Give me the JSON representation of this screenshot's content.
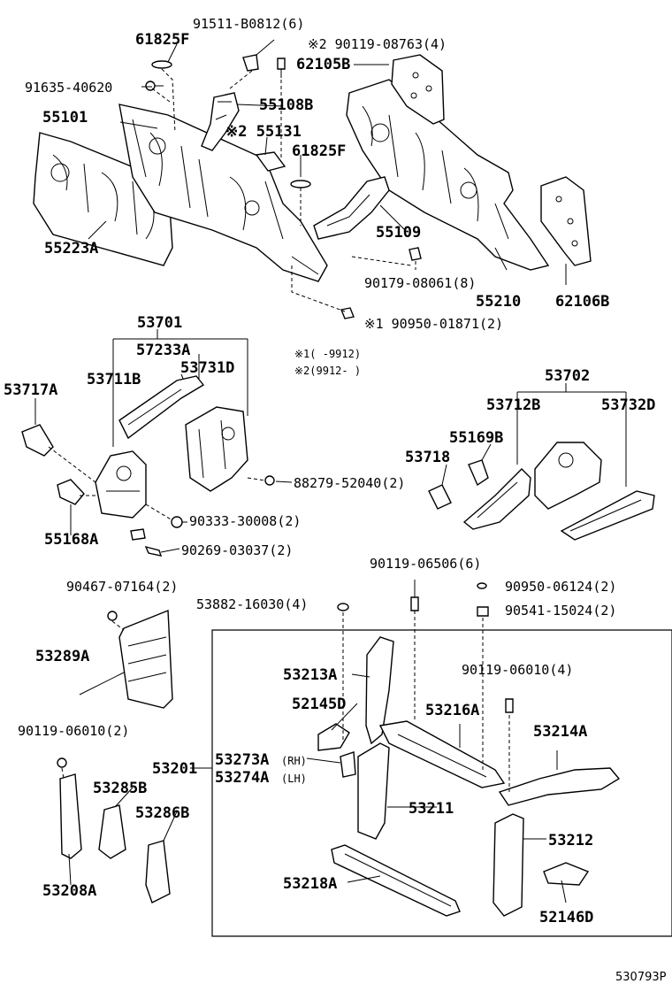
{
  "labels": {
    "l61825F_a": "61825F",
    "l91511": "91511-B0812(6)",
    "l90119_08763": "※2  90119-08763(4)",
    "l91635": "91635-40620",
    "l62105B": "62105B",
    "l55101": "55101",
    "l55108B": "55108B",
    "l55131": "※2 55131",
    "l61825F_b": "61825F",
    "l55223A": "55223A",
    "l55109": "55109",
    "l90179": "90179-08061(8)",
    "l55210": "55210",
    "l62106B": "62106B",
    "l90950_01871": "※1 90950-01871(2)",
    "l53701": "53701",
    "l57233A": "57233A",
    "l53731D": "53731D",
    "l53711B": "53711B",
    "l53717A": "53717A",
    "l88279": "88279-52040(2)",
    "l90333": "90333-30008(2)",
    "l55168A": "55168A",
    "l90269": "90269-03037(2)",
    "note1": "※1(     -9912)",
    "note2": "※2(9912-     )",
    "l53702": "53702",
    "l53712B": "53712B",
    "l53732D": "53732D",
    "l55169B": "55169B",
    "l53718": "53718",
    "l90119_06506": "90119-06506(6)",
    "l90950_06124": "90950-06124(2)",
    "l90467": "90467-07164(2)",
    "l53882": "53882-16030(4)",
    "l90541": "90541-15024(2)",
    "l53289A": "53289A",
    "l53213A": "53213A",
    "l90119_06010_r": "90119-06010(4)",
    "l52145D": "52145D",
    "l53216A": "53216A",
    "l53214A": "53214A",
    "l90119_06010_l": "90119-06010(2)",
    "l53201": "53201",
    "l53273A": "53273A",
    "l53273A_rh": "(RH)",
    "l53274A": "53274A",
    "l53274A_lh": "(LH)",
    "l53285B": "53285B",
    "l53286B": "53286B",
    "l53211": "53211",
    "l53212": "53212",
    "l53218A": "53218A",
    "l53208A": "53208A",
    "l52146D": "52146D",
    "code": "530793P"
  },
  "colors": {
    "ink": "#000000",
    "paper": "#ffffff"
  }
}
